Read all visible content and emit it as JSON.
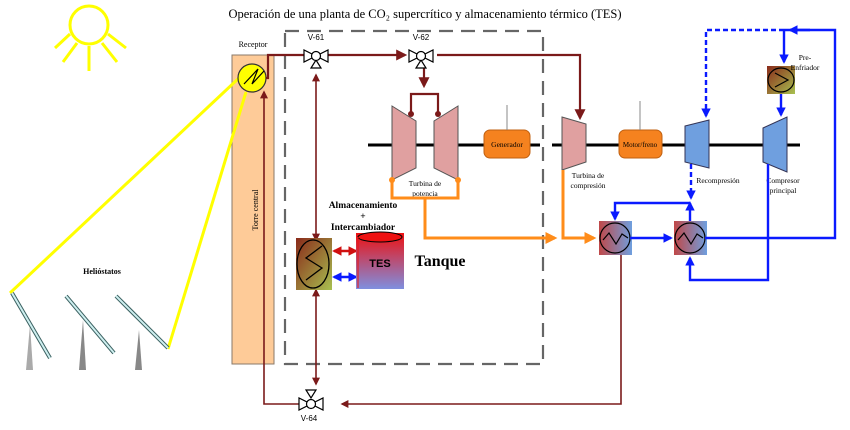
{
  "title": "Operación de una planta de CO₂ supercrítico y almacenamiento térmico (TES)",
  "labels": {
    "receptor": "Receptor",
    "torre_central": "Torre central",
    "heliostatos": "Helióstatos",
    "v61": "V-61",
    "v62": "V-62",
    "v64": "V-64",
    "turbina_potencia_1": "Turbina de",
    "turbina_potencia_2": "potencia",
    "generador": "Generador",
    "turbina_compresion_1": "Turbina de",
    "turbina_compresion_2": "compresión",
    "motor_freno": "Motor/freno",
    "recompresion": "Recompresión",
    "compresor_principal_1": "Compresor",
    "compresor_principal_2": "principal",
    "pre_enfriador_1": "Pre-",
    "pre_enfriador_2": "Enfriador",
    "almacenamiento_1": "Almacenamiento",
    "almacenamiento_2": "+",
    "almacenamiento_3": "Intercambiador",
    "tes": "TES",
    "tanque": "Tanque"
  },
  "colors": {
    "sun": "#ffff00",
    "hot_line": "#7b1a1a",
    "orange_line": "#ff8c1a",
    "blue_line": "#0a1aff",
    "tower": "#fecb98",
    "turbine": "#e0a0a0",
    "compressor": "#6f9fdf",
    "generator": "#f5821f",
    "dashed_box": "#666666"
  }
}
